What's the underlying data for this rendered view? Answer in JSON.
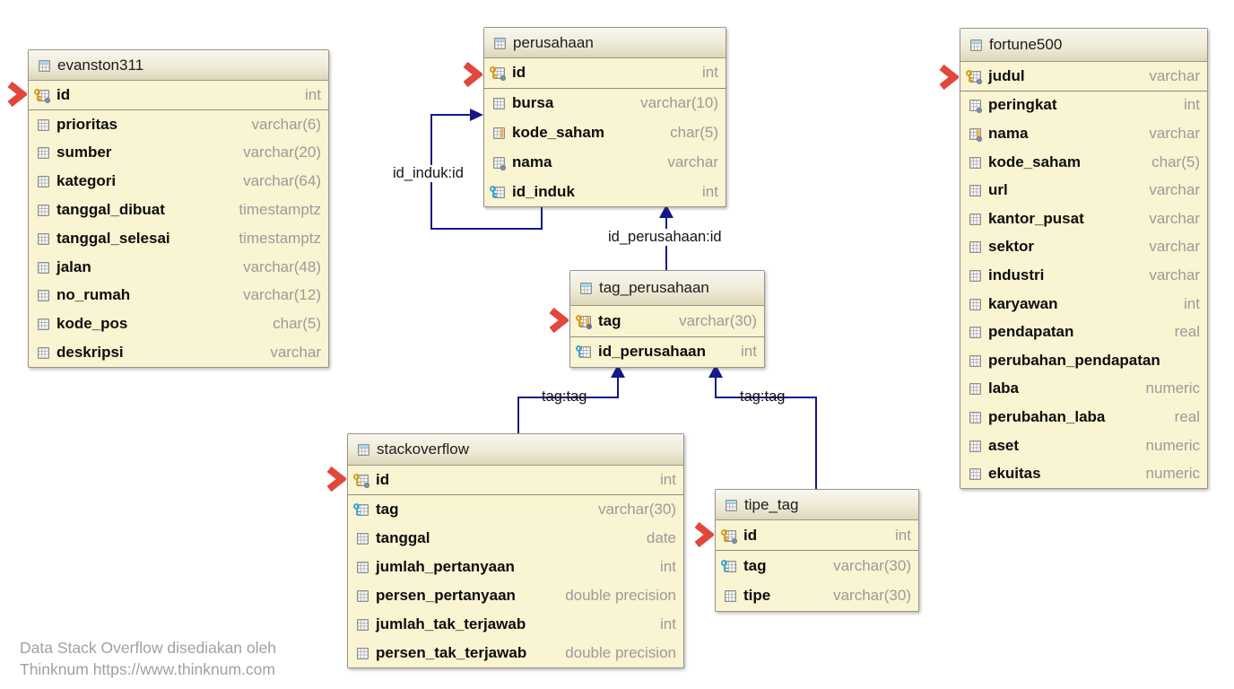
{
  "colors": {
    "accent_red": "#e2473c",
    "line_navy": "#17178c",
    "table_body": "#f9f4d1",
    "type_gray": "#9b9b9b"
  },
  "tables": [
    {
      "title": "evanston311",
      "columns": [
        {
          "name": "id",
          "type": "int",
          "icon": "primary-key"
        },
        {
          "name": "prioritas",
          "type": "varchar(6)",
          "icon": "column"
        },
        {
          "name": "sumber",
          "type": "varchar(20)",
          "icon": "column"
        },
        {
          "name": "kategori",
          "type": "varchar(64)",
          "icon": "column"
        },
        {
          "name": "tanggal_dibuat",
          "type": "timestamptz",
          "icon": "column"
        },
        {
          "name": "tanggal_selesai",
          "type": "timestamptz",
          "icon": "column"
        },
        {
          "name": "jalan",
          "type": "varchar(48)",
          "icon": "column"
        },
        {
          "name": "no_rumah",
          "type": "varchar(12)",
          "icon": "column"
        },
        {
          "name": "kode_pos",
          "type": "char(5)",
          "icon": "column"
        },
        {
          "name": "deskripsi",
          "type": "varchar",
          "icon": "column"
        }
      ]
    },
    {
      "title": "perusahaan",
      "columns": [
        {
          "name": "id",
          "type": "int",
          "icon": "primary-key"
        },
        {
          "name": "bursa",
          "type": "varchar(10)",
          "icon": "column"
        },
        {
          "name": "kode_saham",
          "type": "char(5)",
          "icon": "column-indexed"
        },
        {
          "name": "nama",
          "type": "varchar",
          "icon": "column-notnull"
        },
        {
          "name": "id_induk",
          "type": "int",
          "icon": "foreign-key"
        }
      ]
    },
    {
      "title": "fortune500",
      "columns": [
        {
          "name": "judul",
          "type": "varchar",
          "icon": "primary-key"
        },
        {
          "name": "peringkat",
          "type": "int",
          "icon": "column-notnull"
        },
        {
          "name": "nama",
          "type": "varchar",
          "icon": "column-indexed-notnull"
        },
        {
          "name": "kode_saham",
          "type": "char(5)",
          "icon": "column"
        },
        {
          "name": "url",
          "type": "varchar",
          "icon": "column"
        },
        {
          "name": "kantor_pusat",
          "type": "varchar",
          "icon": "column"
        },
        {
          "name": "sektor",
          "type": "varchar",
          "icon": "column"
        },
        {
          "name": "industri",
          "type": "varchar",
          "icon": "column"
        },
        {
          "name": "karyawan",
          "type": "int",
          "icon": "column"
        },
        {
          "name": "pendapatan",
          "type": "real",
          "icon": "column"
        },
        {
          "name": "perubahan_pendapatan",
          "type": "",
          "icon": "column"
        },
        {
          "name": "laba",
          "type": "numeric",
          "icon": "column"
        },
        {
          "name": "perubahan_laba",
          "type": "real",
          "icon": "column"
        },
        {
          "name": "aset",
          "type": "numeric",
          "icon": "column"
        },
        {
          "name": "ekuitas",
          "type": "numeric",
          "icon": "column"
        }
      ]
    },
    {
      "title": "tag_perusahaan",
      "columns": [
        {
          "name": "tag",
          "type": "varchar(30)",
          "icon": "primary-key-indexed"
        },
        {
          "name": "id_perusahaan",
          "type": "int",
          "icon": "foreign-key"
        }
      ]
    },
    {
      "title": "stackoverflow",
      "columns": [
        {
          "name": "id",
          "type": "int",
          "icon": "primary-key"
        },
        {
          "name": "tag",
          "type": "varchar(30)",
          "icon": "foreign-key"
        },
        {
          "name": "tanggal",
          "type": "date",
          "icon": "column"
        },
        {
          "name": "jumlah_pertanyaan",
          "type": "int",
          "icon": "column"
        },
        {
          "name": "persen_pertanyaan",
          "type": "double precision",
          "icon": "column"
        },
        {
          "name": "jumlah_tak_terjawab",
          "type": "int",
          "icon": "column"
        },
        {
          "name": "persen_tak_terjawab",
          "type": "double precision",
          "icon": "column"
        }
      ]
    },
    {
      "title": "tipe_tag",
      "columns": [
        {
          "name": "id",
          "type": "int",
          "icon": "primary-key"
        },
        {
          "name": "tag",
          "type": "varchar(30)",
          "icon": "foreign-key"
        },
        {
          "name": "tipe",
          "type": "varchar(30)",
          "icon": "column"
        }
      ]
    }
  ],
  "relations": [
    {
      "label": "id_induk:id"
    },
    {
      "label": "id_perusahaan:id"
    },
    {
      "label": "tag:tag"
    },
    {
      "label": "tag:tag"
    }
  ],
  "footer": {
    "line1": "Data Stack Overflow disediakan oleh",
    "line2": "Thinknum https://www.thinknum.com"
  }
}
